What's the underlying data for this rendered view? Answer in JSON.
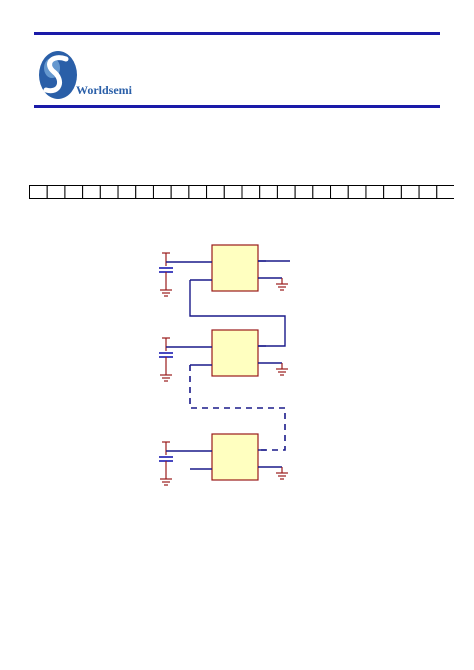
{
  "header": {
    "brand_name": "Worldsemi",
    "colors": {
      "rule": "#1a1aa8",
      "logo_blue": "#2a5fa8"
    }
  },
  "bit_strip": {
    "cell_count": 24
  },
  "circuit": {
    "stage_count": 3,
    "colors": {
      "wire": "#1a1a8a",
      "chip_fill": "#ffffc0",
      "chip_border": "#9a1a1a",
      "capacitor": "#1a1ab0",
      "ground": "#9a1a1a",
      "cap_lead": "#9a1a1a"
    }
  }
}
